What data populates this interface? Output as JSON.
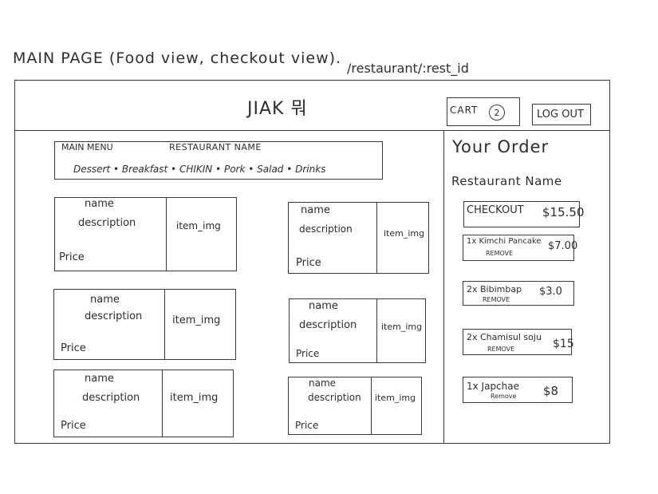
{
  "annotations": {
    "page_title": "MAIN PAGE (Food view, checkout view).",
    "route": "/restaurant/:rest_id"
  },
  "header": {
    "brand": "JIAK 뭐",
    "cart_label": "CART",
    "cart_count": "2",
    "logout_label": "LOG OUT"
  },
  "menu": {
    "main_menu_label": "MAIN MENU",
    "restaurant_name_label": "RESTAURANT NAME",
    "categories": "Dessert • Breakfast • CHIKIN • Pork • Salad • Drinks"
  },
  "cards": [
    {
      "name": "name",
      "description": "description",
      "price": "Price",
      "image": "item_img"
    },
    {
      "name": "name",
      "description": "description",
      "price": "Price",
      "image": "item_img"
    },
    {
      "name": "name",
      "description": "description",
      "price": "Price",
      "image": "item_img"
    },
    {
      "name": "name",
      "description": "description",
      "price": "Price",
      "image": "item_img"
    },
    {
      "name": "name",
      "description": "description",
      "price": "Price",
      "image": "item_img"
    },
    {
      "name": "name",
      "description": "description",
      "price": "Price",
      "image": "item_img"
    }
  ],
  "order": {
    "title": "Your Order",
    "restaurant_name": "Restaurant Name",
    "checkout_label": "CHECKOUT",
    "checkout_total": "$15.50",
    "items": [
      {
        "qty_name": "1x Kimchi Pancake",
        "price": "$7.00",
        "remove_label": "REMOVE"
      },
      {
        "qty_name": "2x Bibimbap",
        "price": "$3.0",
        "remove_label": "REMOVE"
      },
      {
        "qty_name": "2x Chamisul soju",
        "price": "$15",
        "remove_label": "REMOVE"
      },
      {
        "qty_name": "1x Japchae",
        "price": "$8",
        "remove_label": "Remove"
      }
    ]
  }
}
